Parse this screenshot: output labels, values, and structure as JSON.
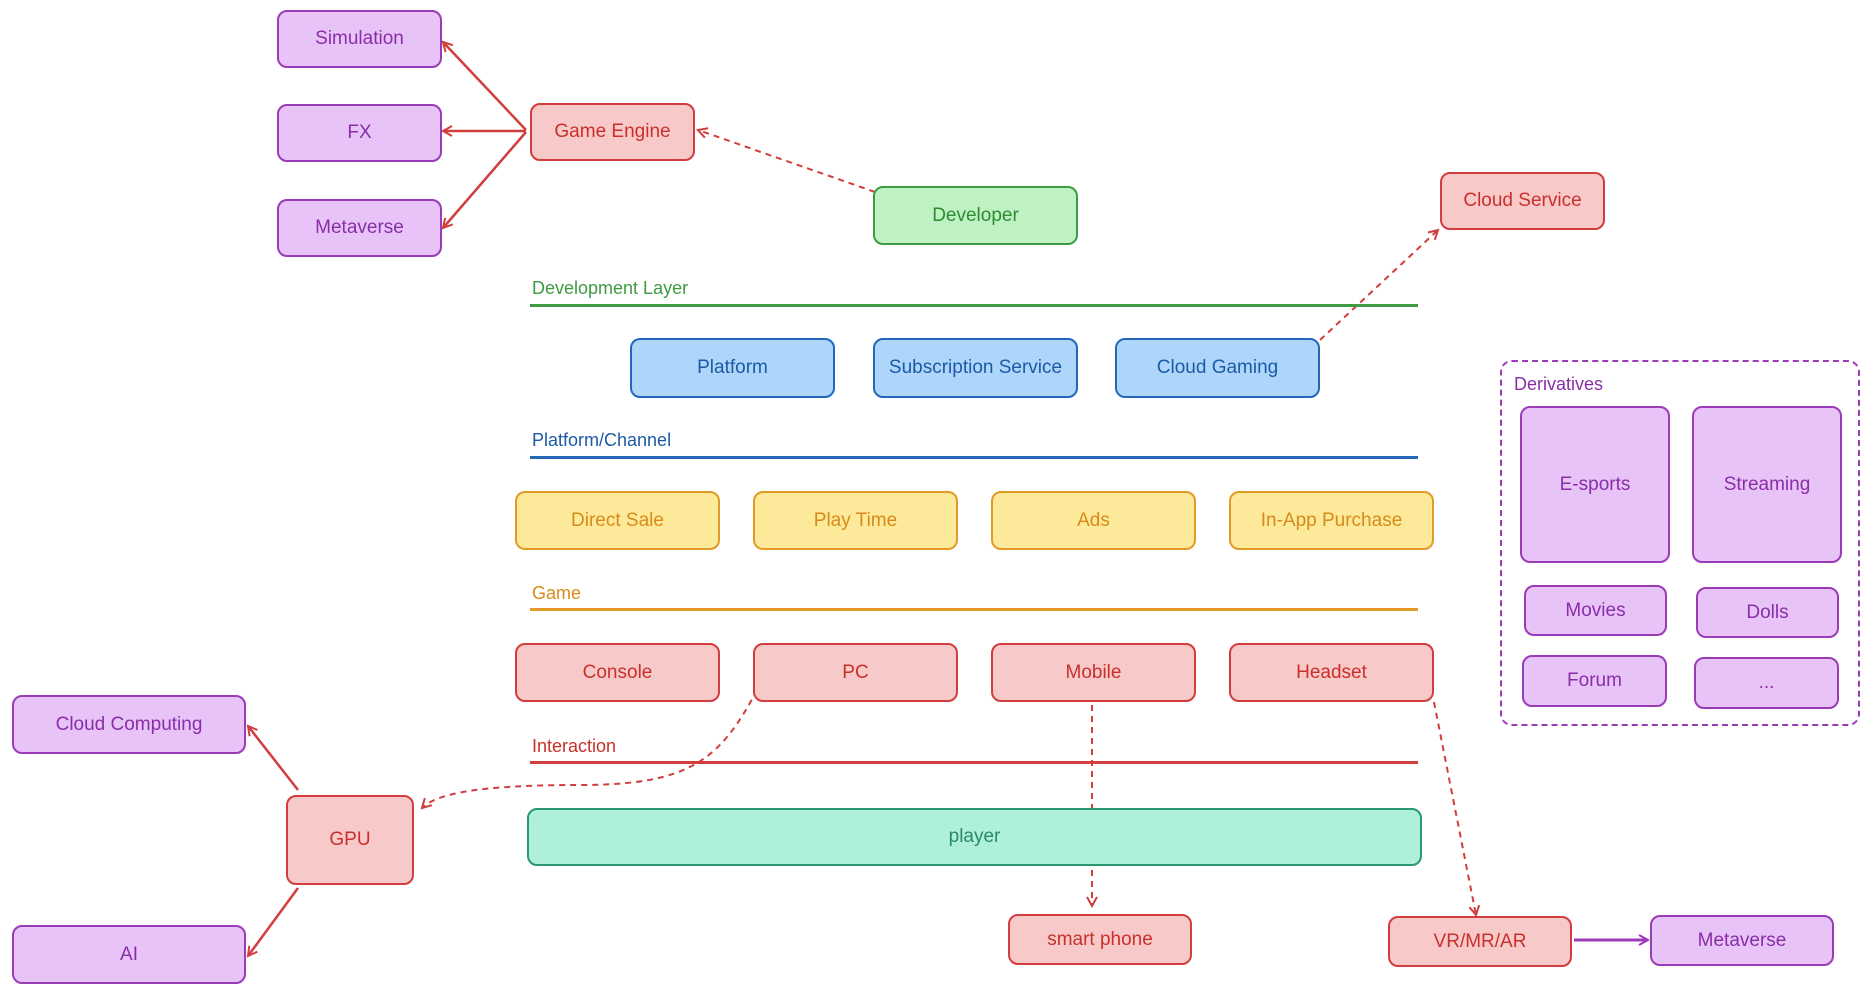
{
  "colors": {
    "purple": "#9b3bb8",
    "red": "#d23d3d",
    "green": "#3f9a41",
    "blue": "#2467b8",
    "yellow": "#e39a27",
    "teal": "#2b9970"
  },
  "engine_outputs": [
    "Simulation",
    "FX",
    "Metaverse"
  ],
  "game_engine": "Game Engine",
  "developer": "Developer",
  "cloud_service": "Cloud Service",
  "layers": {
    "development": "Development Layer",
    "platform": "Platform/Channel",
    "game": "Game",
    "interaction": "Interaction"
  },
  "platform_items": [
    "Platform",
    "Subscription Service",
    "Cloud Gaming"
  ],
  "game_items": [
    "Direct Sale",
    "Play Time",
    "Ads",
    "In-App Purchase"
  ],
  "interaction_items": [
    "Console",
    "PC",
    "Mobile",
    "Headset"
  ],
  "player": "player",
  "gpu": "GPU",
  "cloud_computing": "Cloud Computing",
  "ai": "AI",
  "smart_phone": "smart phone",
  "vr": "VR/MR/AR",
  "metaverse_out": "Metaverse",
  "derivatives": {
    "title": "Derivatives",
    "items": [
      "E-sports",
      "Streaming",
      "Movies",
      "Dolls",
      "Forum",
      "..."
    ]
  }
}
